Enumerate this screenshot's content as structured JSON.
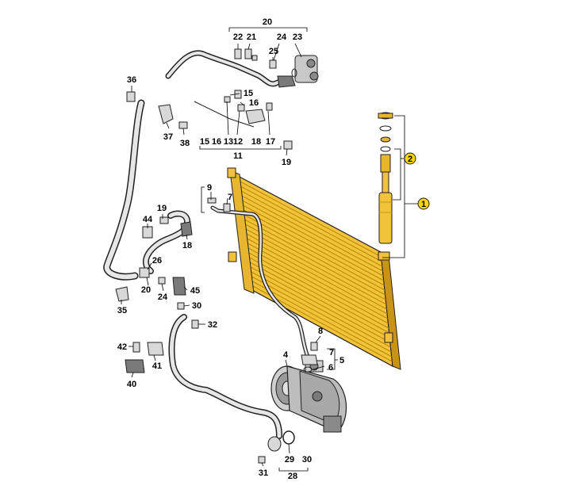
{
  "colors": {
    "condenser_fill": "#f2c23a",
    "condenser_dark": "#c99413",
    "callout_yellow": "#ffd400",
    "line": "#222222",
    "part_grey": "#d8d8d8"
  },
  "labels": {
    "l20": "20",
    "l22": "22",
    "l21": "21",
    "l24": "24",
    "l23": "23",
    "l25": "25",
    "l36": "36",
    "l15a": "15",
    "l16a": "16",
    "l37": "37",
    "l38": "38",
    "l15b": "15",
    "l16b": "16",
    "l13": "13",
    "l12": "12",
    "l18a": "18",
    "l17": "17",
    "l11": "11",
    "l19a": "19",
    "l9": "9",
    "l7a": "7",
    "l2": "2",
    "l1": "1",
    "l44": "44",
    "l19b": "19",
    "l18b": "18",
    "l26": "26",
    "l20b": "20",
    "l24b": "24",
    "l45": "45",
    "l35": "35",
    "l30a": "30",
    "l32": "32",
    "l8": "8",
    "l7b": "7",
    "l5": "5",
    "l6": "6",
    "l42": "42",
    "l41": "41",
    "l40": "40",
    "l4": "4",
    "l29": "29",
    "l30b": "30",
    "l31": "31",
    "l28": "28"
  }
}
